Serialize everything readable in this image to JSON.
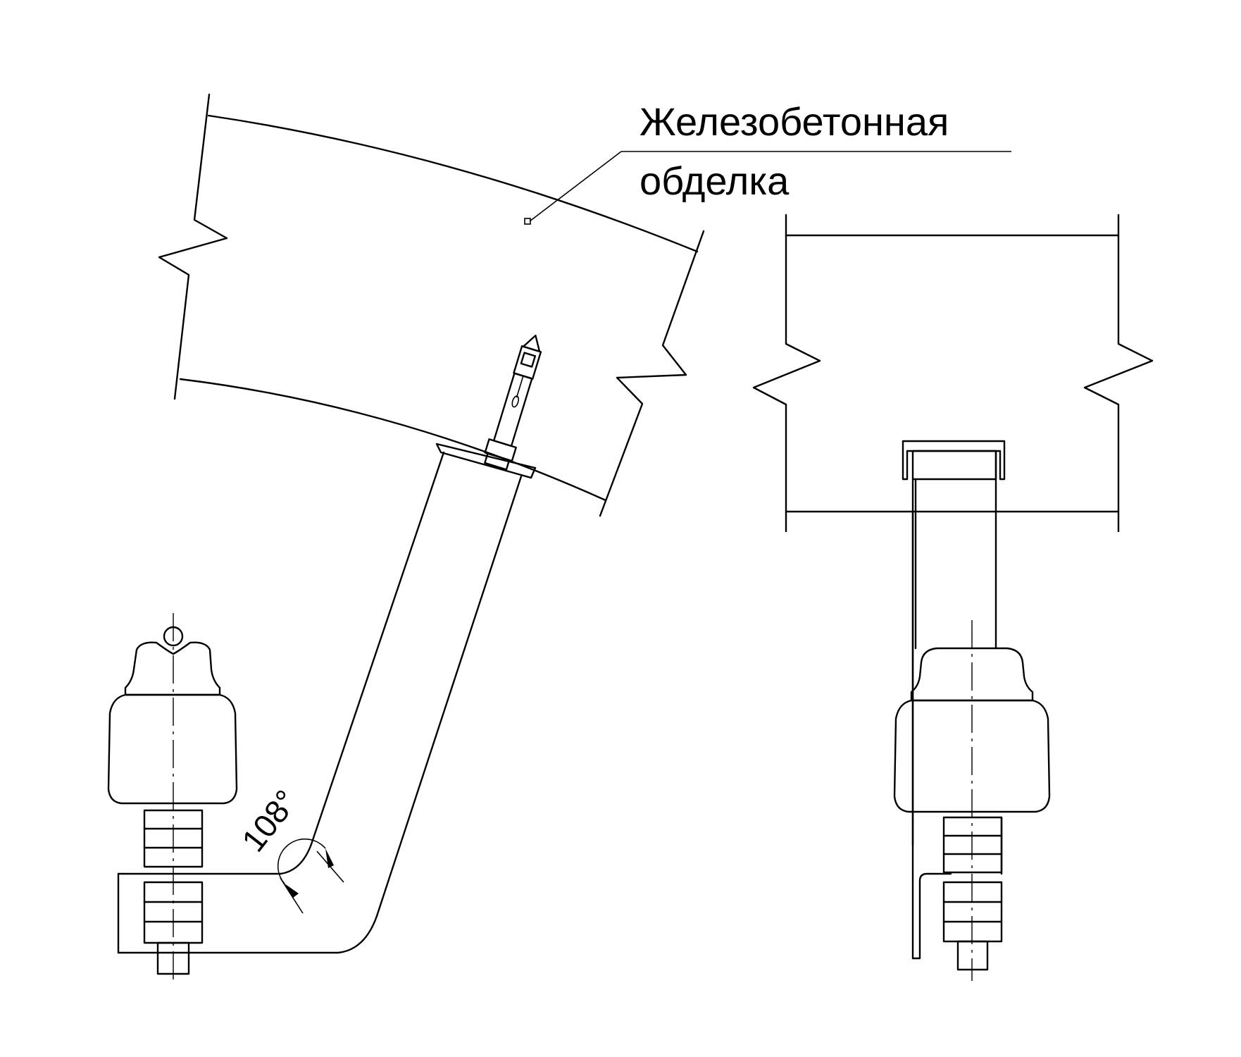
{
  "callout": {
    "line1": "Железобетонная",
    "line2": "обделка"
  },
  "angle": {
    "label": "108°"
  }
}
